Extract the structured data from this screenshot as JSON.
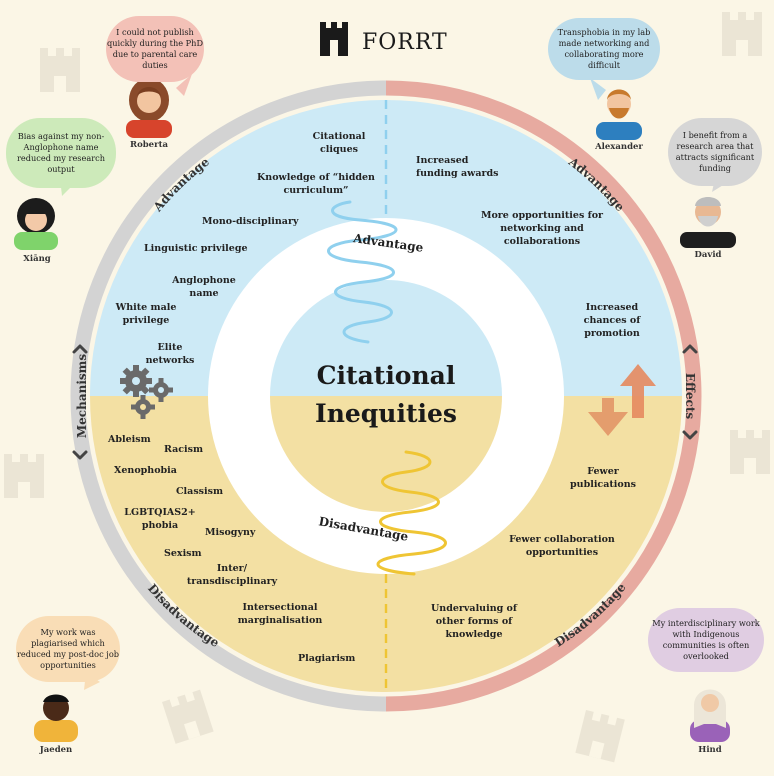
{
  "brand": {
    "name": "FORRT"
  },
  "center": {
    "line1": "Citational",
    "line2": "Inequities"
  },
  "spiral_labels": {
    "top": "Advantage",
    "bottom": "Disadvantage"
  },
  "ring": {
    "left_top": "Advantage",
    "left_bottom": "Disadvantage",
    "left_mid": "Mechanisms",
    "right_top": "Advantage",
    "right_bottom": "Disadvantage",
    "right_mid": "Effects"
  },
  "mechanisms_advantage": [
    "Citational cliques",
    "Knowledge of “hidden curriculum”",
    "Mono-disciplinary",
    "Linguistic privilege",
    "Anglophone name",
    "White male privilege",
    "Elite networks"
  ],
  "mechanisms_disadvantage": [
    "Ableism",
    "Racism",
    "Xenophobia",
    "Classism",
    "LGBTQIAS2+ phobia",
    "Misogyny",
    "Sexism",
    "Inter/ transdisciplinary",
    "Intersectional marginalisation",
    "Plagiarism"
  ],
  "effects_advantage": [
    "Increased funding awards",
    "More opportunities for networking and collaborations",
    "Increased chances of promotion"
  ],
  "effects_disadvantage": [
    "Fewer publications",
    "Fewer collaboration opportunities",
    "Undervaluing of other forms of knowledge"
  ],
  "people": {
    "roberta": {
      "name": "Roberta",
      "quote": "I could not publish quickly during the PhD due to parental care duties",
      "bubble": "#f3c1b7"
    },
    "xiang": {
      "name": "Xiāng",
      "quote": "Bias against my non-Anglophone name reduced my research output",
      "bubble": "#cdeaba"
    },
    "jaeden": {
      "name": "Jaeden",
      "quote": "My work was plagiarised which reduced my post-doc job opportunities",
      "bubble": "#f9ddb6"
    },
    "alexander": {
      "name": "Alexander",
      "quote": "Transphobia in my lab made networking and collaborating more difficult",
      "bubble": "#bcdcea"
    },
    "david": {
      "name": "David",
      "quote": "I benefit from a research area that attracts significant funding",
      "bubble": "#d6d6d6"
    },
    "hind": {
      "name": "Hind",
      "quote": "My interdisciplinary work with Indigenous communities is often overlooked",
      "bubble": "#e0cde2"
    }
  },
  "colors": {
    "background": "#fbf6e6",
    "advantage_fill": "#cdeaf6",
    "disadvantage_fill": "#f3e0a3",
    "ring_grey": "#d3d3d3",
    "ring_red": "#e7aaa0",
    "spiral_blue": "#8fd0ee",
    "spiral_yellow": "#efc534",
    "arrow_orange": "#e68a5f"
  },
  "icons": [
    "castle-icon",
    "gears-icon",
    "up-down-arrows-icon",
    "spiral-icon",
    "chevron-icon"
  ]
}
